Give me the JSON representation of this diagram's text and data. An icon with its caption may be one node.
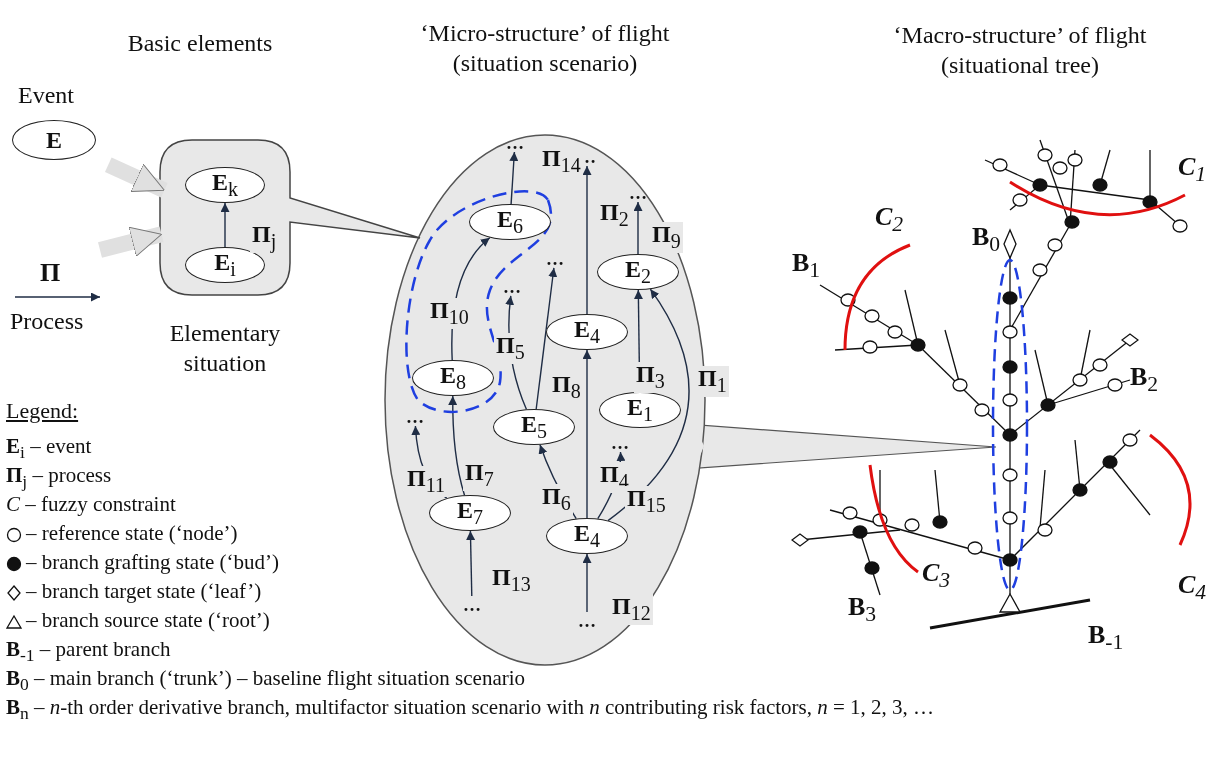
{
  "diagram": {
    "nodes": [
      {
        "text": [
          "**E**"
        ],
        "beside": [
          "Event"
        ]
      },
      {
        "text": [
          "Elementary situation"
        ]
      },
      {
        "text": [
          "**E**$_{k}$"
        ],
        "in": 1
      },
      {
        "text": [
          "**E**$_{i}$"
        ],
        "in": 1
      },
      {
        "text": [
          "‘Micro-structure’ of flight (situation scenario)"
        ]
      },
      {
        "text": [
          "…"
        ],
        "in": 4
      },
      {
        "text": [
          "…"
        ],
        "in": 4
      },
      {
        "text": [
          "…"
        ],
        "in": 4
      },
      {
        "text": [
          "**E**$_{6}$"
        ],
        "in": 4
      },
      {
        "text": [
          "**E**$_{2}$"
        ],
        "in": 4
      },
      {
        "text": [
          "…"
        ],
        "in": 4
      },
      {
        "text": [
          "…"
        ],
        "in": 4
      },
      {
        "text": [
          "**E**$_{4}$"
        ],
        "in": 4
      },
      {
        "text": [
          "**E**$_{8}$"
        ],
        "in": 4
      },
      {
        "text": [
          "**E**$_{1}$"
        ],
        "in": 4
      },
      {
        "text": [
          "…"
        ],
        "in": 4
      },
      {
        "text": [
          "**E**$_{5}$"
        ],
        "in": 4
      },
      {
        "text": [
          "…"
        ],
        "in": 4
      },
      {
        "text": [
          "**E**$_{7}$"
        ],
        "in": 4
      },
      {
        "text": [
          "**E**$_{4}$"
        ],
        "in": 4
      },
      {
        "text": [
          "…"
        ],
        "in": 4
      },
      {
        "text": [
          "…"
        ],
        "in": 4
      }
    ],
    "edges": [
      {
        "from": 0,
        "to": 1,
        "arrow": "to",
        "style": "thick",
        "color": "#e0e0e0"
      },
      {
        "from": null,
        "to": 1,
        "arrow": "to",
        "style": "thick",
        "color": "#e0e0e0"
      },
      {
        "from": 3,
        "to": 2,
        "arrow": "to",
        "label": "**Π**$_{j}$"
      },
      {
        "from": 8,
        "to": 5,
        "arrow": "to",
        "label": "**Π**$_{14}$"
      },
      {
        "from": 12,
        "to": 6,
        "arrow": "to",
        "label": "**Π**$_{2}$"
      },
      {
        "from": 9,
        "to": 7,
        "arrow": "to",
        "label": "**Π**$_{9}$"
      },
      {
        "from": 13,
        "to": 8,
        "arrow": "to",
        "label": "**Π**$_{10}$"
      },
      {
        "from": 16,
        "to": 11,
        "arrow": "to",
        "label": "**Π**$_{5}$"
      },
      {
        "from": 16,
        "to": 10,
        "arrow": "to",
        "label": "**Π**$_{8}$"
      },
      {
        "from": 14,
        "to": 9,
        "arrow": "to",
        "label": "**Π**$_{3}$"
      },
      {
        "from": 19,
        "to": 9,
        "arrow": "to",
        "label": "**Π**$_{1}$"
      },
      {
        "from": 19,
        "to": 12,
        "arrow": "to",
        "label": "**Π**$_{4}$"
      },
      {
        "from": 19,
        "to": 16,
        "arrow": "to",
        "label": "**Π**$_{6}$"
      },
      {
        "from": 19,
        "to": 17,
        "arrow": "to",
        "label": "**Π**$_{15}$"
      },
      {
        "from": 18,
        "to": 15,
        "arrow": "to",
        "label": "**Π**$_{11}$"
      },
      {
        "from": 18,
        "to": 13,
        "arrow": "to",
        "label": "**Π**$_{7}$"
      },
      {
        "from": 20,
        "to": 18,
        "arrow": "to",
        "label": "**Π**$_{13}$"
      },
      {
        "from": 21,
        "to": 19,
        "arrow": "to",
        "label": "**Π**$_{12}$"
      }
    ],
    "labels": [
      "Basic elements",
      "‘Macro-structure’ of flight (situational tree)",
      "Π",
      "Process",
      "**C**$_{1}$",
      "**C**$_{2}$",
      "**B**$_{0}$",
      "**B**$_{1}$",
      "**B**$_{2}$",
      "**C**$_{3}$",
      "**C**$_{4}$",
      "**B**$_{3}$",
      "**B**$_{-1}$",
      "Legend:"
    ],
    "legend": [
      {
        "text": "**E**$_{i}$ – event"
      },
      {
        "text": "**Π**$_{j}$ – process"
      },
      {
        "text": "*C* – fuzzy constraint"
      },
      {
        "text": "– reference state (‘node’)"
      },
      {
        "text": "– branch grafting state (‘bud’)"
      },
      {
        "text": "– branch target state (‘leaf’)"
      },
      {
        "text": "– branch source state (‘root’)"
      },
      {
        "text": "**B**$_{-1}$ – parent branch"
      },
      {
        "text": "**B**$_{0}$ – main branch (‘trunk’) – baseline flight situation scenario"
      },
      {
        "text": "**B**$_{n}$ – *n*-th order derivative branch, multifactor situation scenario with *n* contributing risk factors, *n* = 1, 2, 3, …"
      }
    ]
  }
}
